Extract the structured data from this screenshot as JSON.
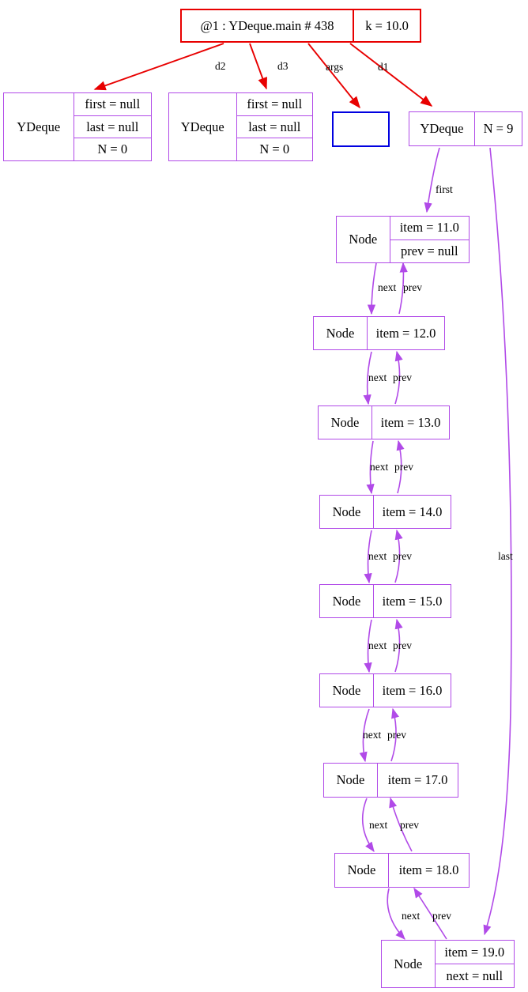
{
  "diagram": {
    "type": "object-reference-graph",
    "colors": {
      "frame_border": "#e80000",
      "object_border": "#b14ae8",
      "array_border": "#0000e0",
      "edge_frame": "#e80000",
      "edge_object": "#b14ae8",
      "background": "#ffffff"
    },
    "stack_frame": {
      "name": "stack-frame",
      "title": "@1 : YDeque.main # 438",
      "local_var": "k = 10.0"
    },
    "edges_from_frame": [
      {
        "label": "d2",
        "target": "ydeque-empty-1"
      },
      {
        "label": "d3",
        "target": "ydeque-empty-2"
      },
      {
        "label": "args",
        "target": "args-array"
      },
      {
        "label": "d1",
        "target": "ydeque-main"
      }
    ],
    "objects": [
      {
        "id": "ydeque-empty-1",
        "class_name": "YDeque",
        "fields": [
          "first = null",
          "last = null",
          "N = 0"
        ]
      },
      {
        "id": "ydeque-empty-2",
        "class_name": "YDeque",
        "fields": [
          "first = null",
          "last = null",
          "N = 0"
        ]
      },
      {
        "id": "args-array",
        "class_name": "",
        "fields": []
      },
      {
        "id": "ydeque-main",
        "class_name": "YDeque",
        "fields": [
          "N = 9"
        ]
      }
    ],
    "deque_edges": [
      {
        "label": "first",
        "from": "ydeque-main",
        "to": "node-11"
      },
      {
        "label": "last",
        "from": "ydeque-main",
        "to": "node-19"
      }
    ],
    "link_edge_labels": {
      "next": "next",
      "prev": "prev"
    },
    "nodes": [
      {
        "id": "node-11",
        "class_name": "Node",
        "item": "item = 11.0",
        "extra": "prev = null"
      },
      {
        "id": "node-12",
        "class_name": "Node",
        "item": "item = 12.0",
        "extra": ""
      },
      {
        "id": "node-13",
        "class_name": "Node",
        "item": "item = 13.0",
        "extra": ""
      },
      {
        "id": "node-14",
        "class_name": "Node",
        "item": "item = 14.0",
        "extra": ""
      },
      {
        "id": "node-15",
        "class_name": "Node",
        "item": "item = 15.0",
        "extra": ""
      },
      {
        "id": "node-16",
        "class_name": "Node",
        "item": "item = 16.0",
        "extra": ""
      },
      {
        "id": "node-17",
        "class_name": "Node",
        "item": "item = 17.0",
        "extra": ""
      },
      {
        "id": "node-18",
        "class_name": "Node",
        "item": "item = 18.0",
        "extra": ""
      },
      {
        "id": "node-19",
        "class_name": "Node",
        "item": "item = 19.0",
        "extra": "next = null"
      }
    ]
  }
}
